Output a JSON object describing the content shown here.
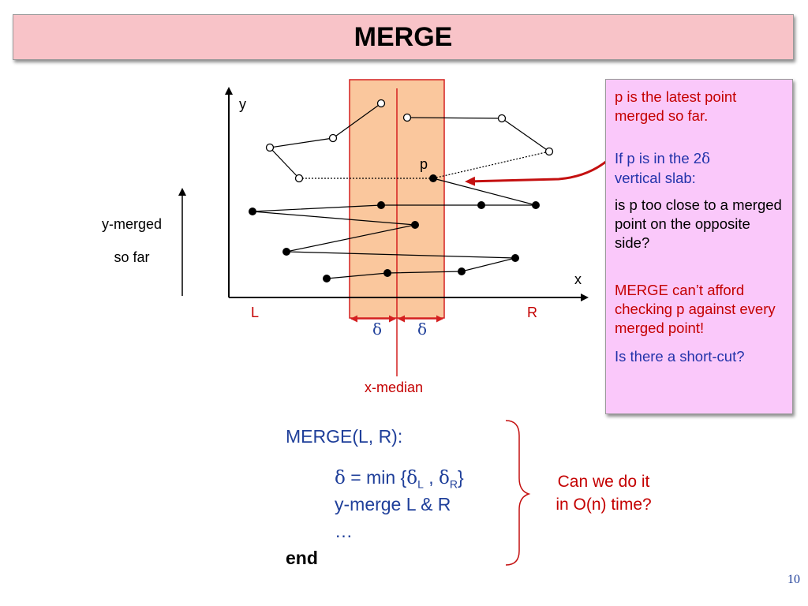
{
  "slide": {
    "title": "MERGE",
    "page_number": "10"
  },
  "diagram": {
    "y_axis_label": "y",
    "x_axis_label": "x",
    "left_label": "L",
    "right_label": "R",
    "point_label": "p",
    "delta_left": "δ",
    "delta_right": "δ",
    "median_label": "x-median",
    "y_merged_line1": "y-merged",
    "y_merged_line2": "so far",
    "colors": {
      "slab_fill": "#fac79d",
      "slab_border": "#d42020",
      "arrow": "#c41010",
      "axes": "#000000"
    }
  },
  "callout": {
    "line1": "p is the latest point merged so far.",
    "line2_text": "If p is in the 2",
    "line2_delta": "δ",
    "line2_rest": "vertical slab:",
    "line3": "is p too close to a merged point on the opposite side?",
    "line4": "MERGE can’t afford checking p against every merged point!",
    "line5": "Is there a short-cut?"
  },
  "code": {
    "header": "MERGE(L, R):",
    "line1_delta": "δ",
    "line1_text": " = min {",
    "line1_dL": "δ",
    "line1_subL": "L",
    "line1_sep": " , ",
    "line1_dR": "δ",
    "line1_subR": "R",
    "line1_close": "}",
    "line2": "y-merge L & R",
    "line3": "…",
    "end": "end"
  },
  "side_note": {
    "line1": "Can we do it",
    "line2": "in O(n) time?"
  }
}
